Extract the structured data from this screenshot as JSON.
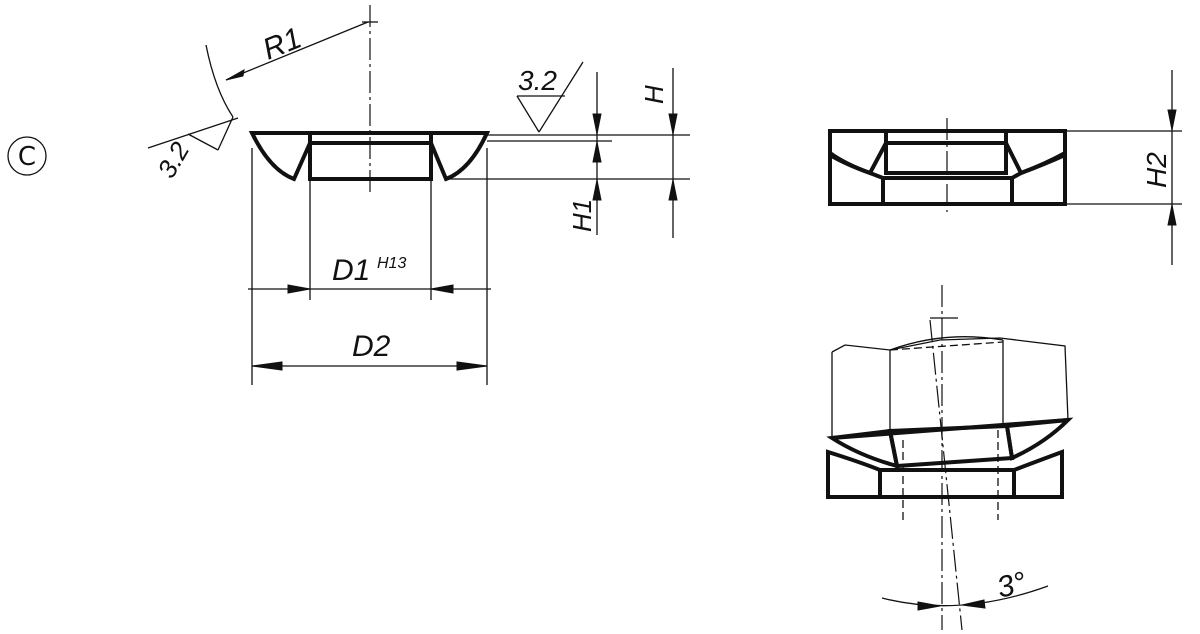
{
  "view_label": "C",
  "dimensions": {
    "r1": "R1",
    "roughness_top": "3.2",
    "roughness_side": "3.2",
    "h": "H",
    "h1": "H1",
    "h2": "H2",
    "d1": "D1",
    "d1_tolerance": "H13",
    "d2": "D2",
    "angle": "3°"
  }
}
